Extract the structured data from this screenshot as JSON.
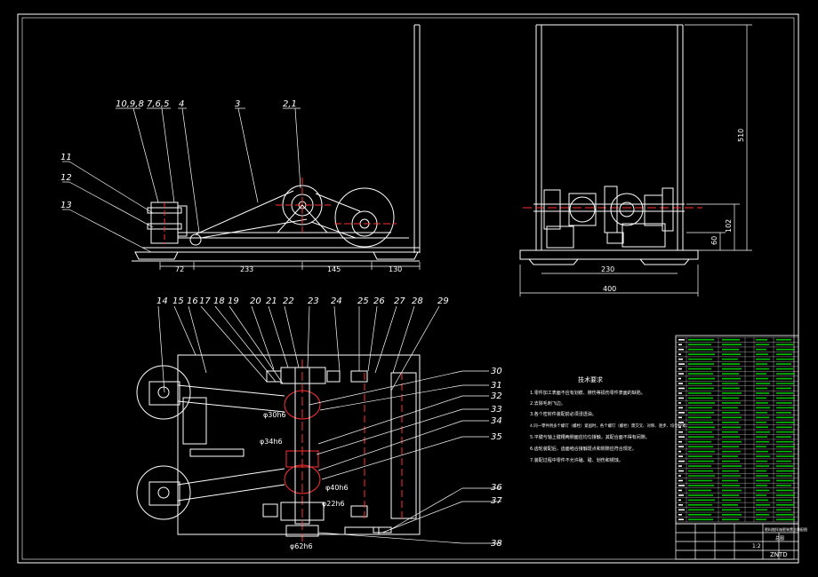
{
  "colors": {
    "bg": "#000000",
    "line": "#ffffff",
    "red": "#ff3030",
    "green": "#00c000",
    "cyan": "#00ffff",
    "yellow": "#ffff00"
  },
  "side_view": {
    "balloons": [
      "10,9,8",
      "7,6,5",
      "4",
      "3",
      "2,1",
      "11",
      "12",
      "13"
    ],
    "dims": [
      "72",
      "233",
      "145",
      "130"
    ]
  },
  "front_view": {
    "dims": [
      "510",
      "102",
      "60",
      "230",
      "400"
    ]
  },
  "plan_view": {
    "balloons_top": [
      "14",
      "15",
      "16",
      "17",
      "18",
      "19",
      "20",
      "21",
      "22",
      "23",
      "24",
      "25",
      "26",
      "27",
      "28",
      "29"
    ],
    "balloons_right": [
      "30",
      "31",
      "32",
      "33",
      "34",
      "35",
      "36",
      "37",
      "38"
    ],
    "diameters": [
      "φ30h6",
      "φ34h6",
      "φ40h6",
      "φ22h6",
      "φ62h6"
    ]
  },
  "tech_req": {
    "title": "技术要求",
    "items": [
      "1.零件加工表面不应有划痕、擦伤等损伤零件表面的缺陷。",
      "2.去除毛刺飞边。",
      "3.各个密封件装配前必须浸透油。",
      "4.同一零件用多个螺钉（螺栓）紧固时，各个螺钉（螺栓）需交叉、对称、逐步、均匀拧紧。",
      "5.平键与轴上键槽两侧面应均匀接触，其配合面不得有间隙。",
      "6.齿轮装配后，齿面啮合接触斑点和侧隙应符合规定。",
      "7.装配过程中零件不允许磕、碰、划伤和锈蚀。"
    ]
  },
  "title_block": {
    "drawing_no": "ZNTD",
    "scale": "1:2",
    "name": "肥料搅拌施肥装置总装配图",
    "sub": "总图"
  }
}
